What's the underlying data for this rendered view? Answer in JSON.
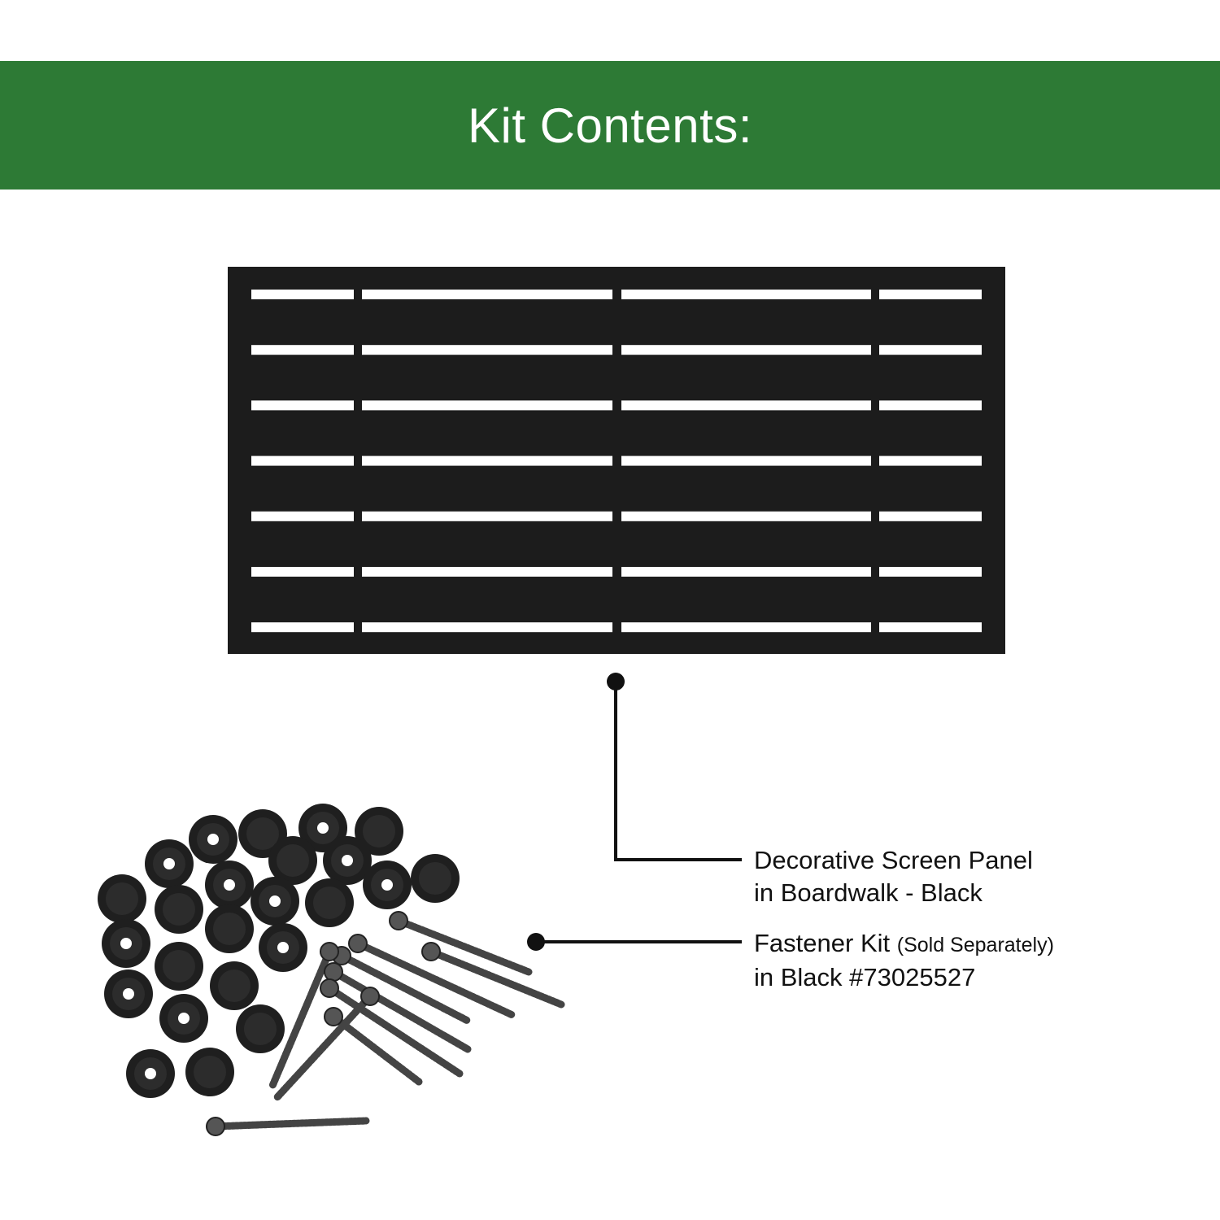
{
  "header": {
    "title": "Kit Contents:"
  },
  "colors": {
    "banner": "#2d7a35",
    "panel": "#1c1c1c",
    "text": "#111111"
  },
  "callouts": [
    {
      "line1": "Decorative Screen Panel",
      "line2": "in Boardwalk - Black"
    },
    {
      "line1": "Fastener Kit",
      "note": "(Sold Separately)",
      "line2": "in Black #73025527"
    }
  ]
}
